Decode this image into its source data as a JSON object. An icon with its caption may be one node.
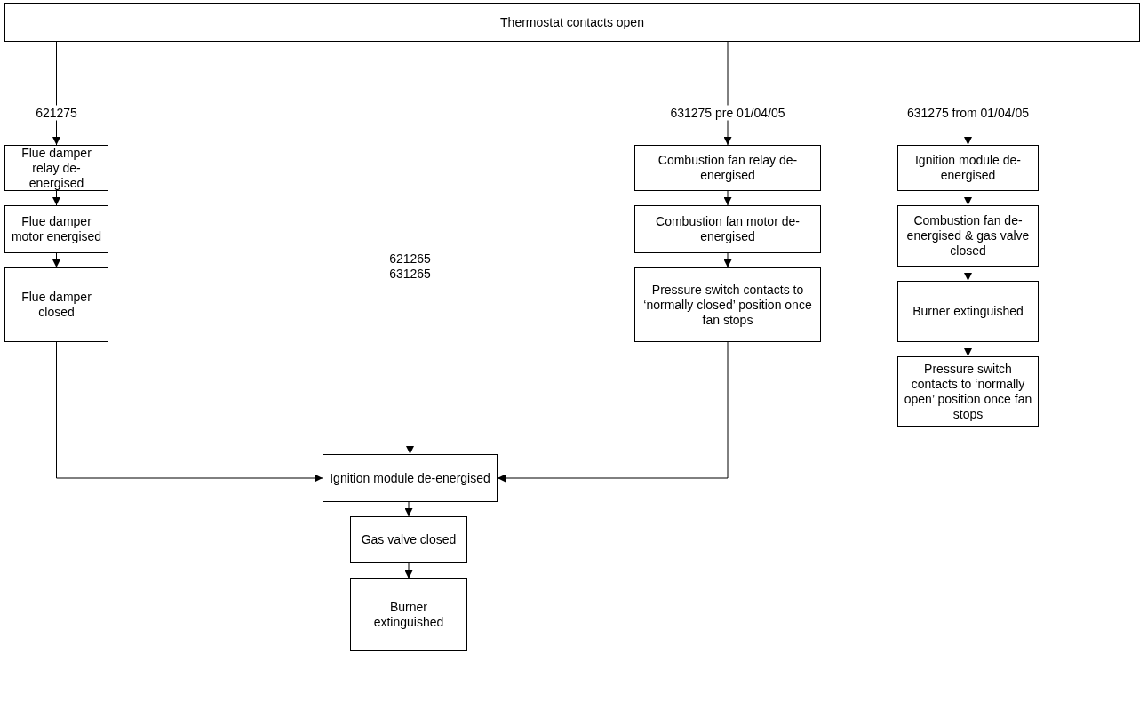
{
  "diagram": {
    "nodes": [
      {
        "text": [
          "Thermostat contacts open"
        ]
      },
      {
        "text": [
          "Flue damper relay de-energised"
        ]
      },
      {
        "text": [
          "Flue damper motor energised"
        ]
      },
      {
        "text": [
          "Flue damper closed"
        ]
      },
      {
        "text": [
          "Ignition module de-energised"
        ]
      },
      {
        "text": [
          "Gas valve closed"
        ]
      },
      {
        "text": [
          "Burner extinguished"
        ]
      },
      {
        "text": [
          "Combustion fan relay de-energised"
        ]
      },
      {
        "text": [
          "Combustion fan motor de-energised"
        ]
      },
      {
        "text": [
          "Pressure switch contacts to ‘normally closed’ position once fan stops"
        ]
      },
      {
        "text": [
          "Ignition module de-energised"
        ]
      },
      {
        "text": [
          "Combustion fan de-energised & gas valve closed"
        ]
      },
      {
        "text": [
          "Burner extinguished"
        ]
      },
      {
        "text": [
          "Pressure switch contacts to ‘normally open’ position once fan stops"
        ]
      }
    ],
    "edges": [
      {
        "from": 0,
        "to": 1,
        "arrow": "to",
        "label": "621275"
      },
      {
        "from": 0,
        "to": 4,
        "arrow": "to",
        "label": "621265 631265"
      },
      {
        "from": 0,
        "to": 7,
        "arrow": "to",
        "label": "631275 pre 01/04/05"
      },
      {
        "from": 0,
        "to": 10,
        "arrow": "to",
        "label": "631275 from 01/04/05"
      },
      {
        "from": 1,
        "to": 2,
        "arrow": "to"
      },
      {
        "from": 2,
        "to": 3,
        "arrow": "to"
      },
      {
        "from": 3,
        "to": 4,
        "arrow": "to"
      },
      {
        "from": 7,
        "to": 8,
        "arrow": "to"
      },
      {
        "from": 8,
        "to": 9,
        "arrow": "to"
      },
      {
        "from": 9,
        "to": 4,
        "arrow": "to"
      },
      {
        "from": 4,
        "to": 5,
        "arrow": "to"
      },
      {
        "from": 5,
        "to": 6,
        "arrow": "to"
      },
      {
        "from": 10,
        "to": 11,
        "arrow": "to"
      },
      {
        "from": 11,
        "to": 12,
        "arrow": "to"
      },
      {
        "from": 12,
        "to": 13,
        "arrow": "to"
      }
    ]
  }
}
